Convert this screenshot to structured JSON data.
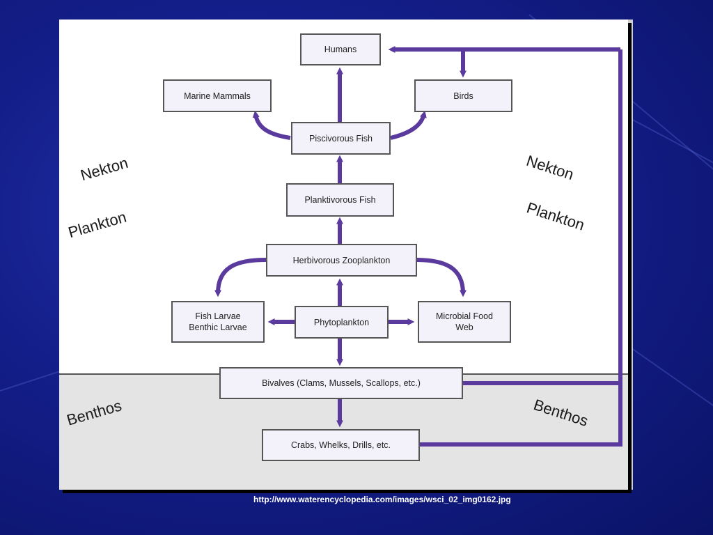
{
  "nodes": {
    "humans": "Humans",
    "marine_mammals": "Marine Mammals",
    "birds": "Birds",
    "piscivorous_fish": "Piscivorous Fish",
    "planktivorous_fish": "Planktivorous Fish",
    "herbivorous_zooplankton": "Herbivorous Zooplankton",
    "fish_larvae": "Fish Larvae\nBenthic Larvae",
    "phytoplankton": "Phytoplankton",
    "microbial_food_web": "Microbial Food\nWeb",
    "bivalves": "Bivalves (Clams, Mussels, Scallops, etc.)",
    "crabs": "Crabs, Whelks, Drills, etc."
  },
  "zones": {
    "nekton": "Nekton",
    "plankton": "Plankton",
    "benthos": "Benthos"
  },
  "colors": {
    "arrow": "#5b3a9e",
    "node_fill": "#f3f2fb",
    "benthos_fill": "#e4e4e4",
    "background": "#141e8a"
  },
  "source": "http://www.waterencyclopedia.com/images/wsci_02_img0162.jpg"
}
